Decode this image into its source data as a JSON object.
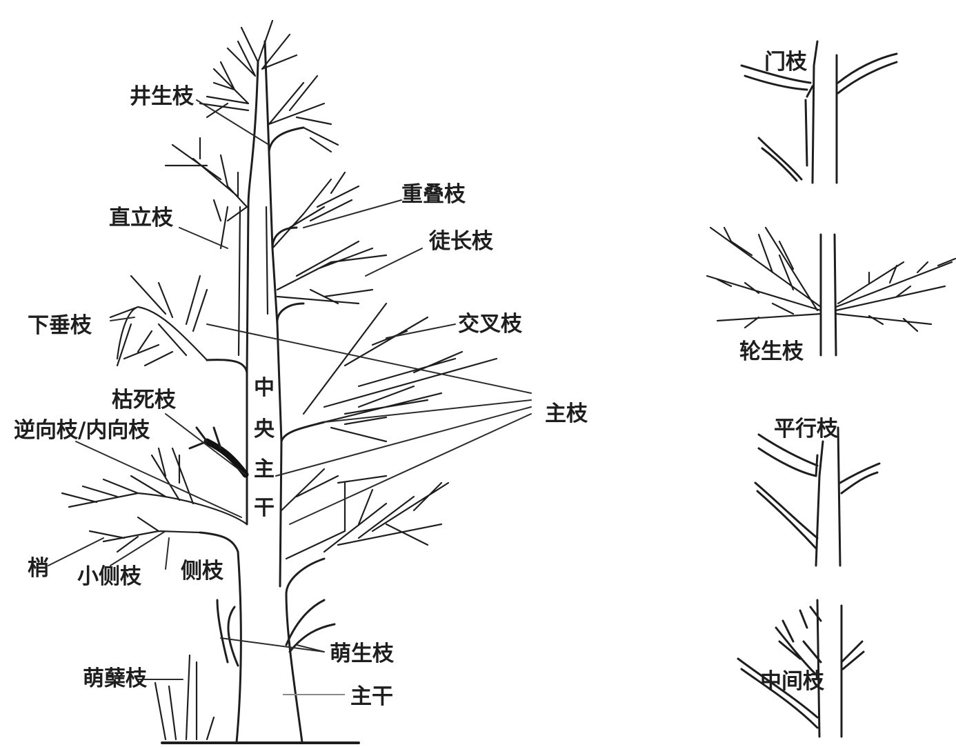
{
  "main_tree": {
    "labels": {
      "jingsheng": "井生枝",
      "chongdie": "重叠枝",
      "zhili": "直立枝",
      "tuchang": "徒长枝",
      "xiachui": "下垂枝",
      "jiaocha": "交叉枝",
      "kusi": "枯死枝",
      "zhuzhi": "主枝",
      "nixiang": "逆向枝/内向枝",
      "shao": "梢",
      "xiaocezhi": "小侧枝",
      "cezhi": "侧枝",
      "mengsheng": "萌生枝",
      "mengnie": "萌蘖枝",
      "zhugan": "主干"
    },
    "trunk_vertical_label": [
      "中",
      "央",
      "主",
      "干"
    ]
  },
  "side_panels": {
    "men_zhi": "门枝",
    "lunsheng_zhi": "轮生枝",
    "pingxing_zhi": "平行枝",
    "zhongjian_zhi": "中间枝"
  }
}
